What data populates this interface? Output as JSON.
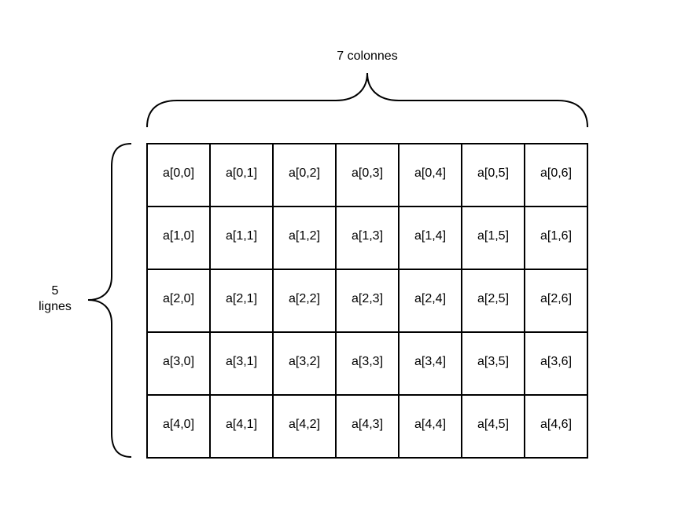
{
  "columns_label": "7 colonnes",
  "rows_label": {
    "line1": "5",
    "line2": "lignes"
  },
  "cells": [
    [
      "a[0,0]",
      "a[0,1]",
      "a[0,2]",
      "a[0,3]",
      "a[0,4]",
      "a[0,5]",
      "a[0,6]"
    ],
    [
      "a[1,0]",
      "a[1,1]",
      "a[1,2]",
      "a[1,3]",
      "a[1,4]",
      "a[1,5]",
      "a[1,6]"
    ],
    [
      "a[2,0]",
      "a[2,1]",
      "a[2,2]",
      "a[2,3]",
      "a[2,4]",
      "a[2,5]",
      "a[2,6]"
    ],
    [
      "a[3,0]",
      "a[3,1]",
      "a[3,2]",
      "a[3,3]",
      "a[3,4]",
      "a[3,5]",
      "a[3,6]"
    ],
    [
      "a[4,0]",
      "a[4,1]",
      "a[4,2]",
      "a[4,3]",
      "a[4,4]",
      "a[4,5]",
      "a[4,6]"
    ]
  ]
}
